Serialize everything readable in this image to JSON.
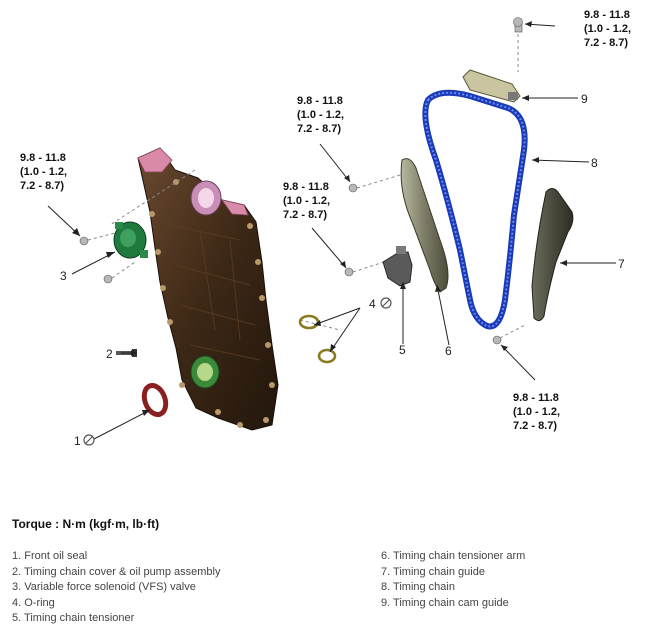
{
  "diagram": {
    "torque_specs": [
      {
        "line1": "9.8 - 11.8",
        "line2": "(1.0 - 1.2,",
        "line3": "7.2 - 8.7)"
      },
      {
        "line1": "9.8 - 11.8",
        "line2": "(1.0 - 1.2,",
        "line3": "7.2 - 8.7)"
      },
      {
        "line1": "9.8 - 11.8",
        "line2": "(1.0 - 1.2,",
        "line3": "7.2 - 8.7)"
      },
      {
        "line1": "9.8 - 11.8",
        "line2": "(1.0 - 1.2,",
        "line3": "7.2 - 8.7)"
      },
      {
        "line1": "9.8 - 11.8",
        "line2": "(1.0 - 1.2,",
        "line3": "7.2 - 8.7)"
      }
    ],
    "callouts": [
      "1",
      "2",
      "3",
      "4",
      "5",
      "6",
      "7",
      "8",
      "9"
    ]
  },
  "footer": {
    "torque_heading": "Torque : N·m (kgf·m, lb·ft)",
    "legend_left": [
      "1. Front oil seal",
      "2. Timing chain cover & oil pump assembly",
      "3. Variable force solenoid (VFS) valve",
      "4. O-ring",
      "5. Timing chain tensioner"
    ],
    "legend_right": [
      "6. Timing chain tensioner arm",
      "7. Timing chain guide",
      "8. Timing chain",
      "9. Timing chain cam guide"
    ]
  }
}
